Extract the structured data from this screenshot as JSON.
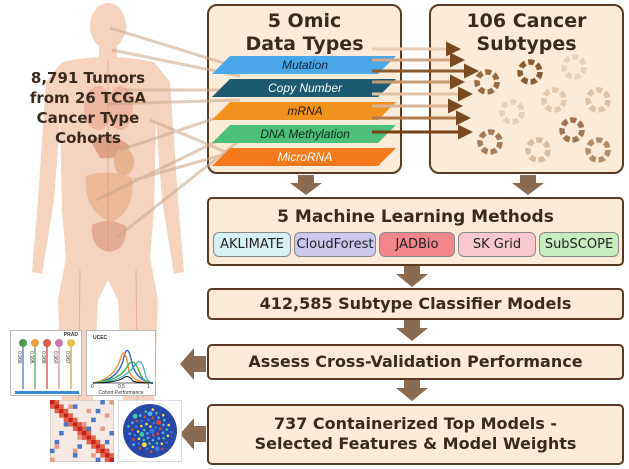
{
  "cohort_label": [
    "8,791 Tumors",
    "from 26 TCGA",
    "Cancer Type",
    "Cohorts"
  ],
  "omic_panel": {
    "title": [
      "5 Omic",
      "Data Types"
    ],
    "layers": [
      {
        "label": "Mutation",
        "color": "#4aa8e8",
        "text_color": "#10243a"
      },
      {
        "label": "Copy Number",
        "color": "#1c5a72",
        "text_color": "#ffffff"
      },
      {
        "label": "mRNA",
        "color": "#f2921e",
        "text_color": "#2a1a08"
      },
      {
        "label": "DNA Methylation",
        "color": "#4cc07a",
        "text_color": "#0c2a18"
      },
      {
        "label": "MicroRNA",
        "color": "#f47a1c",
        "text_color": "#ffffff"
      }
    ]
  },
  "subtype_panel": {
    "title": [
      "106 Cancer",
      "Subtypes"
    ]
  },
  "methods_panel": {
    "title": "5 Machine Learning Methods",
    "methods": [
      {
        "label": "AKLIMATE",
        "color": "#d6f0f6"
      },
      {
        "label": "CloudForest",
        "color": "#ccc8ee"
      },
      {
        "label": "JADBio",
        "color": "#f4858c"
      },
      {
        "label": "SK Grid",
        "color": "#f8c8cc"
      },
      {
        "label": "SubSCOPE",
        "color": "#c6ecc0"
      }
    ]
  },
  "models_bar": {
    "title": "412,585 Subtype Classifier Models"
  },
  "assess_bar": {
    "title": "Assess Cross-Validation Performance"
  },
  "top_models_bar": {
    "title": [
      "737 Containerized Top Models -",
      "Selected Features & Model Weights"
    ]
  },
  "thumbnail_performance": {
    "header": "PRAD",
    "tick_labels": [
      "0.986",
      "0.995",
      "0.988",
      "0.960",
      "0.987"
    ]
  },
  "thumbnail_density": {
    "header": "UCEC",
    "tick_labels": [
      "0",
      "0.5",
      "1"
    ],
    "xlabel": "Cohort Performance"
  },
  "colors": {
    "panel_bg": "#fcebd9",
    "panel_border": "#5a3a22",
    "arrow": "#8a6a50",
    "body": "#f6d6c2"
  }
}
